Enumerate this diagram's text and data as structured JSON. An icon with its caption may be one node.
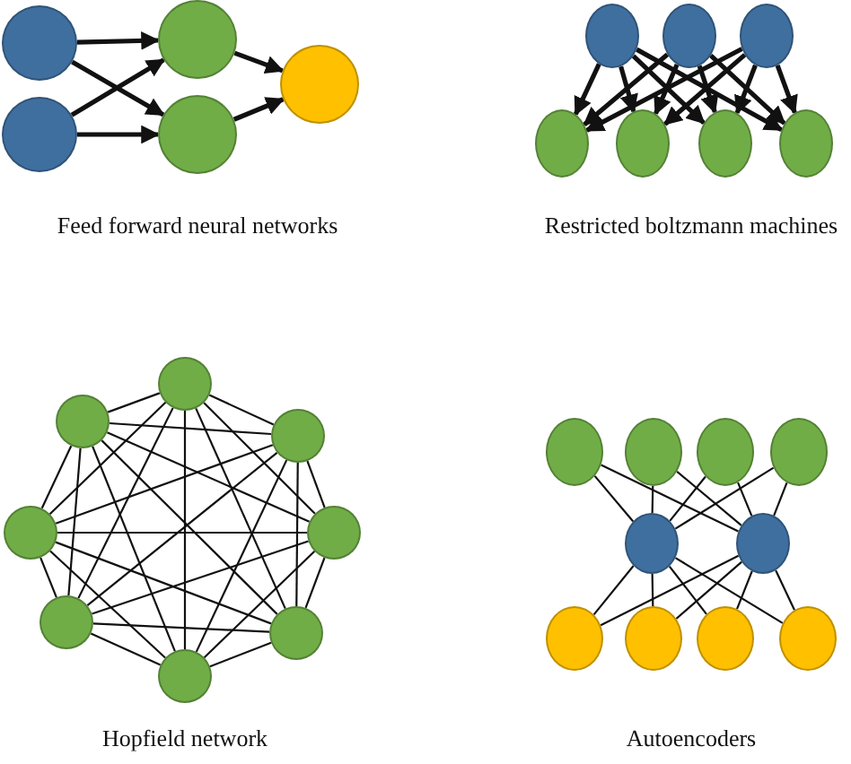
{
  "diagram": {
    "nodes": [
      {
        "text": [],
        "shape": "circle"
      },
      {
        "text": [],
        "shape": "circle"
      },
      {
        "text": [],
        "shape": "circle"
      },
      {
        "text": [],
        "shape": "circle"
      },
      {
        "text": [],
        "shape": "circle"
      },
      {
        "text": [],
        "shape": "circle"
      },
      {
        "text": [],
        "shape": "circle"
      },
      {
        "text": [],
        "shape": "circle"
      },
      {
        "text": [],
        "shape": "circle"
      },
      {
        "text": [],
        "shape": "circle"
      },
      {
        "text": [],
        "shape": "circle"
      },
      {
        "text": [],
        "shape": "circle"
      },
      {
        "text": [],
        "shape": "circle"
      },
      {
        "text": [],
        "shape": "circle"
      },
      {
        "text": [],
        "shape": "circle"
      },
      {
        "text": [],
        "shape": "circle"
      },
      {
        "text": [],
        "shape": "circle"
      },
      {
        "text": [],
        "shape": "circle"
      },
      {
        "text": [],
        "shape": "circle"
      },
      {
        "text": [],
        "shape": "circle"
      },
      {
        "text": [],
        "shape": "circle"
      },
      {
        "text": [],
        "shape": "circle"
      },
      {
        "text": [],
        "shape": "circle"
      },
      {
        "text": [],
        "shape": "circle"
      },
      {
        "text": [],
        "shape": "circle"
      },
      {
        "text": [],
        "shape": "circle"
      },
      {
        "text": [],
        "shape": "circle"
      },
      {
        "text": [],
        "shape": "circle"
      },
      {
        "text": [],
        "shape": "circle"
      },
      {
        "text": [],
        "shape": "circle"
      }
    ],
    "edges": [
      {
        "from": 0,
        "to": 2,
        "arrow": "to",
        "style": "thick"
      },
      {
        "from": 0,
        "to": 3,
        "arrow": "to",
        "style": "thick"
      },
      {
        "from": 1,
        "to": 2,
        "arrow": "to",
        "style": "thick"
      },
      {
        "from": 1,
        "to": 3,
        "arrow": "to",
        "style": "thick"
      },
      {
        "from": 2,
        "to": 4,
        "arrow": "to",
        "style": "thick"
      },
      {
        "from": 3,
        "to": 4,
        "arrow": "to",
        "style": "thick"
      },
      {
        "from": 5,
        "to": 8,
        "arrow": "to",
        "style": "thick"
      },
      {
        "from": 5,
        "to": 9,
        "arrow": "to",
        "style": "thick"
      },
      {
        "from": 5,
        "to": 10,
        "arrow": "to",
        "style": "thick"
      },
      {
        "from": 5,
        "to": 11,
        "arrow": "to",
        "style": "thick"
      },
      {
        "from": 6,
        "to": 8,
        "arrow": "to",
        "style": "thick"
      },
      {
        "from": 6,
        "to": 9,
        "arrow": "to",
        "style": "thick"
      },
      {
        "from": 6,
        "to": 10,
        "arrow": "to",
        "style": "thick"
      },
      {
        "from": 6,
        "to": 11,
        "arrow": "to",
        "style": "thick"
      },
      {
        "from": 7,
        "to": 8,
        "arrow": "to",
        "style": "thick"
      },
      {
        "from": 7,
        "to": 9,
        "arrow": "to",
        "style": "thick"
      },
      {
        "from": 7,
        "to": 10,
        "arrow": "to",
        "style": "thick"
      },
      {
        "from": 7,
        "to": 11,
        "arrow": "to",
        "style": "thick"
      },
      {
        "from": 12,
        "to": 13,
        "arrow": "none"
      },
      {
        "from": 12,
        "to": 14,
        "arrow": "none"
      },
      {
        "from": 12,
        "to": 15,
        "arrow": "none"
      },
      {
        "from": 12,
        "to": 16,
        "arrow": "none"
      },
      {
        "from": 12,
        "to": 17,
        "arrow": "none"
      },
      {
        "from": 12,
        "to": 18,
        "arrow": "none"
      },
      {
        "from": 12,
        "to": 19,
        "arrow": "none"
      },
      {
        "from": 13,
        "to": 14,
        "arrow": "none"
      },
      {
        "from": 13,
        "to": 15,
        "arrow": "none"
      },
      {
        "from": 13,
        "to": 16,
        "arrow": "none"
      },
      {
        "from": 13,
        "to": 17,
        "arrow": "none"
      },
      {
        "from": 13,
        "to": 18,
        "arrow": "none"
      },
      {
        "from": 13,
        "to": 19,
        "arrow": "none"
      },
      {
        "from": 14,
        "to": 15,
        "arrow": "none"
      },
      {
        "from": 14,
        "to": 16,
        "arrow": "none"
      },
      {
        "from": 14,
        "to": 17,
        "arrow": "none"
      },
      {
        "from": 14,
        "to": 18,
        "arrow": "none"
      },
      {
        "from": 14,
        "to": 19,
        "arrow": "none"
      },
      {
        "from": 15,
        "to": 16,
        "arrow": "none"
      },
      {
        "from": 15,
        "to": 17,
        "arrow": "none"
      },
      {
        "from": 15,
        "to": 18,
        "arrow": "none"
      },
      {
        "from": 15,
        "to": 19,
        "arrow": "none"
      },
      {
        "from": 16,
        "to": 17,
        "arrow": "none"
      },
      {
        "from": 16,
        "to": 18,
        "arrow": "none"
      },
      {
        "from": 16,
        "to": 19,
        "arrow": "none"
      },
      {
        "from": 17,
        "to": 18,
        "arrow": "none"
      },
      {
        "from": 17,
        "to": 19,
        "arrow": "none"
      },
      {
        "from": 18,
        "to": 19,
        "arrow": "none"
      },
      {
        "from": 20,
        "to": 24,
        "arrow": "none"
      },
      {
        "from": 20,
        "to": 25,
        "arrow": "none"
      },
      {
        "from": 21,
        "to": 24,
        "arrow": "none"
      },
      {
        "from": 21,
        "to": 25,
        "arrow": "none"
      },
      {
        "from": 22,
        "to": 24,
        "arrow": "none"
      },
      {
        "from": 22,
        "to": 25,
        "arrow": "none"
      },
      {
        "from": 23,
        "to": 24,
        "arrow": "none"
      },
      {
        "from": 23,
        "to": 25,
        "arrow": "none"
      },
      {
        "from": 24,
        "to": 26,
        "arrow": "none"
      },
      {
        "from": 24,
        "to": 27,
        "arrow": "none"
      },
      {
        "from": 24,
        "to": 28,
        "arrow": "none"
      },
      {
        "from": 24,
        "to": 29,
        "arrow": "none"
      },
      {
        "from": 25,
        "to": 26,
        "arrow": "none"
      },
      {
        "from": 25,
        "to": 27,
        "arrow": "none"
      },
      {
        "from": 25,
        "to": 28,
        "arrow": "none"
      },
      {
        "from": 25,
        "to": 29,
        "arrow": "none"
      }
    ],
    "labels": [
      "Feed forward neural networks",
      "Restricted boltzmann machines",
      "Hopfield network",
      "Autoencoders"
    ]
  }
}
